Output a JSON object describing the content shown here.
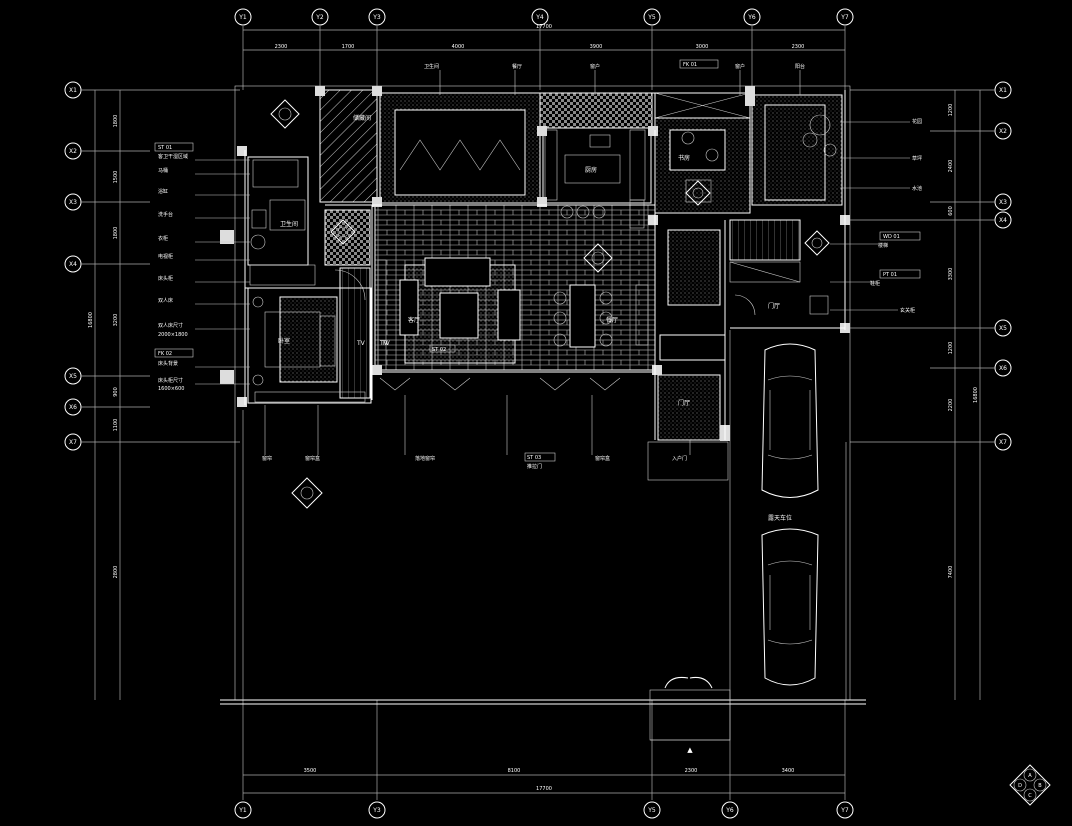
{
  "axes_top": [
    "Y1",
    "Y2",
    "Y3",
    "Y4",
    "Y5",
    "Y6",
    "Y7"
  ],
  "axes_bottom": [
    "Y1",
    "Y3",
    "Y5",
    "Y6",
    "Y7"
  ],
  "axes_left": [
    "X1",
    "X2",
    "X3",
    "X4",
    "X5",
    "X6",
    "X7"
  ],
  "axes_right": [
    "X1",
    "X2",
    "X3",
    "X4",
    "X5",
    "X6",
    "X7"
  ],
  "dims_top_total": "17700",
  "dims_top": [
    "2300",
    "1700",
    "4000",
    "3900",
    "3000",
    "2300"
  ],
  "dims_bottom_total": "17700",
  "dims_bottom": [
    "3500",
    "8100",
    "2300",
    "3400"
  ],
  "dims_left_total": "16800",
  "dims_left": [
    "1800",
    "1500",
    "1800",
    "3200",
    "900",
    "1100",
    "2800"
  ],
  "dims_right_total": "16800",
  "dims_right": [
    "1200",
    "2400",
    "600",
    "3300",
    "1200",
    "2200",
    "7400"
  ],
  "rooms": {
    "dining": "餐厅",
    "living": "客厅",
    "kitchen": "厨房",
    "study": "书房",
    "bedroom": "卧室",
    "foyer": "门厅",
    "bath": "卫生间",
    "storage": "储藏间",
    "garage": "露天车位",
    "tv": "TV"
  },
  "labels_left": [
    "客卫干湿区域",
    "马桶",
    "浴缸",
    "洗手台",
    "衣柜",
    "电视柜",
    "床头柜",
    "双人床",
    "双人床尺寸",
    "床头背景",
    "床头柜尺寸"
  ],
  "labels_right": [
    "花园",
    "草坪",
    "水池",
    "楼梯",
    "鞋柜",
    "玄关柜"
  ],
  "labels_top": [
    "卫生间",
    "餐厅",
    "窗户",
    "阳台"
  ],
  "labels_bottom": [
    "窗帘",
    "窗帘盒",
    "落地窗帘",
    "推拉门",
    "入户门"
  ],
  "sizes": [
    "2000×1800",
    "1600×600"
  ],
  "tags": [
    "ST 01",
    "ST 02",
    "ST 03",
    "FK 01",
    "FK 02",
    "WD 01",
    "PT 01"
  ],
  "entry_mark": "▲",
  "compass_letters": [
    "A",
    "B",
    "C",
    "D"
  ]
}
